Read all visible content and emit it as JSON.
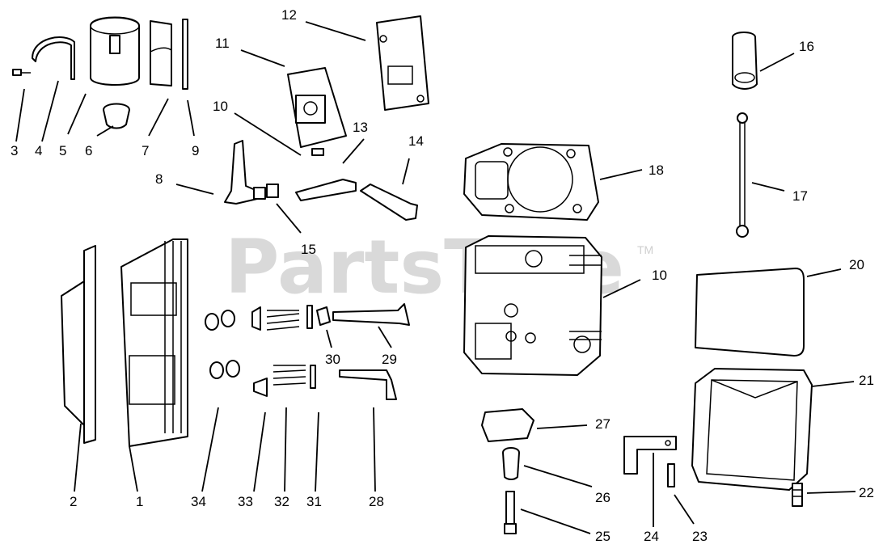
{
  "watermark": {
    "text": "PartsTree",
    "tm": "TM"
  },
  "labels": [
    "3",
    "4",
    "5",
    "6",
    "7",
    "9",
    "12",
    "11",
    "10",
    "13",
    "14",
    "8",
    "15",
    "16",
    "17",
    "18",
    "10",
    "20",
    "2",
    "1",
    "30",
    "29",
    "21",
    "27",
    "34",
    "33",
    "32",
    "31",
    "28",
    "26",
    "22",
    "25",
    "24",
    "23"
  ]
}
